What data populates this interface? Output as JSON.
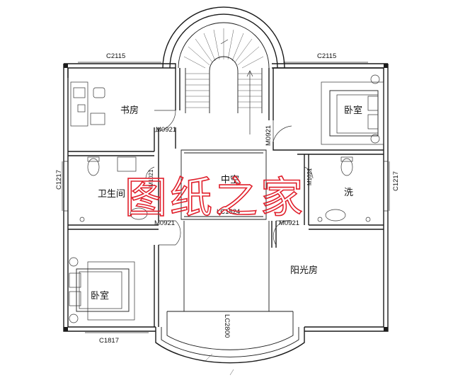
{
  "rooms": {
    "study": "书房",
    "bedroom_ne": "卧室",
    "bathroom_w": "卫生间",
    "atrium": "中空",
    "wash": "洗",
    "sunroom": "阳光房",
    "bedroom_sw": "卧室"
  },
  "codes": {
    "win_study": "C2115",
    "win_bedroom_ne": "C2115",
    "win_west": "C1217",
    "win_east": "C1217",
    "win_bedroom_sw": "C1817",
    "door_study": "M0921",
    "door_stair_east": "M0921",
    "door_bath_w": "M0921",
    "door_wash": "M0921",
    "door_inner_w": "M1021",
    "door_inner_e": "M1021",
    "rail_atrium": "LC1824",
    "rail_balcony": "LC2800"
  },
  "watermark": "图纸之家"
}
